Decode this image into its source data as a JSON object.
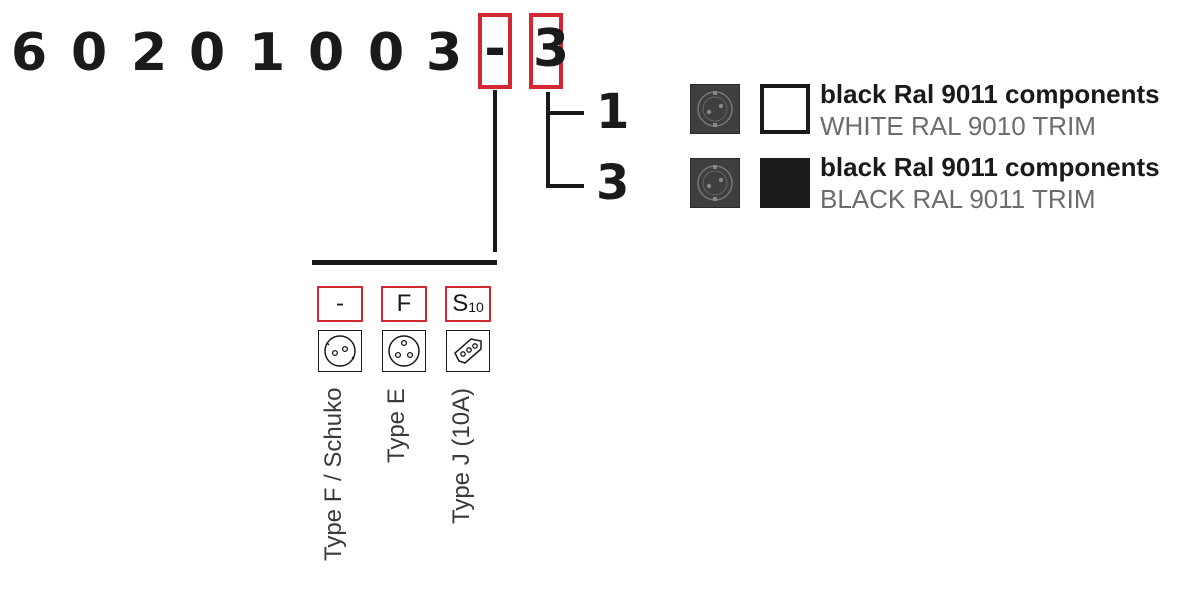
{
  "product_code": {
    "digits": [
      "6",
      "0",
      "2",
      "0",
      "1",
      "0",
      "0",
      "3"
    ],
    "socket_slot": "-",
    "trim_slot": "3"
  },
  "trim_options": [
    {
      "code": "1",
      "title": "black Ral 9011 components",
      "subtitle": "WHITE RAL 9010 TRIM",
      "swatch": "white"
    },
    {
      "code": "3",
      "title": "black Ral 9011 components",
      "subtitle": "BLACK RAL 9011 TRIM",
      "swatch": "black"
    }
  ],
  "socket_types": [
    {
      "code": "-",
      "label": "Type F / Schuko"
    },
    {
      "code": "F",
      "label": "Type E"
    },
    {
      "code_main": "S",
      "code_sub": "10",
      "label": "Type J (10A)"
    }
  ],
  "colors": {
    "accent_red": "#d32731",
    "ink": "#1a1a1a",
    "muted": "#6c6c6c"
  }
}
